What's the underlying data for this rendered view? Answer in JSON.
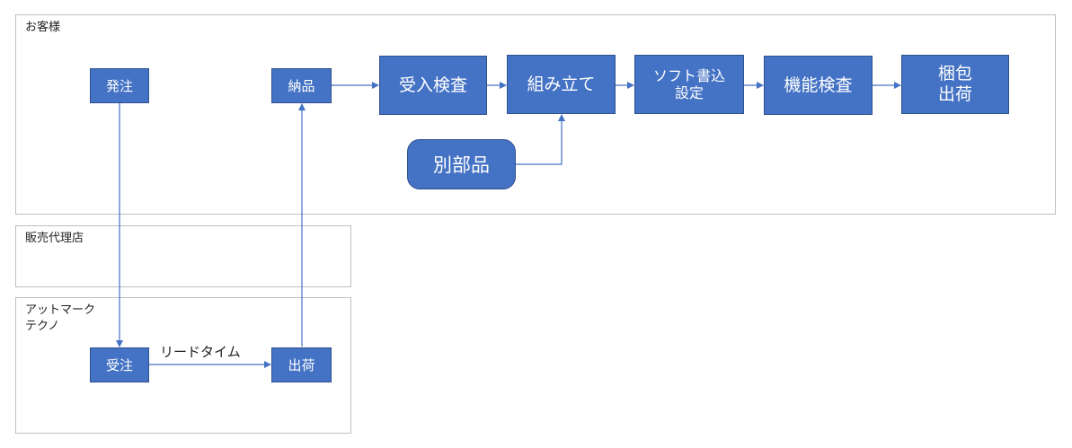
{
  "lanes": {
    "customer": "お客様",
    "distributor": "販売代理店",
    "atmark": "アットマーク\nテクノ"
  },
  "nodes": {
    "order": "発注",
    "delivery": "納品",
    "inspection": "受入検査",
    "assembly": "組み立て",
    "software": "ソフト書込\n設定",
    "function_test": "機能検査",
    "packing": "梱包\n出荷",
    "other_parts": "別部品",
    "receive_order": "受注",
    "ship": "出荷"
  },
  "edges": {
    "lead_time": "リードタイム"
  },
  "colors": {
    "box_fill": "#4472c4",
    "box_border": "#2f528f",
    "lane_border": "#bfbfbf"
  }
}
